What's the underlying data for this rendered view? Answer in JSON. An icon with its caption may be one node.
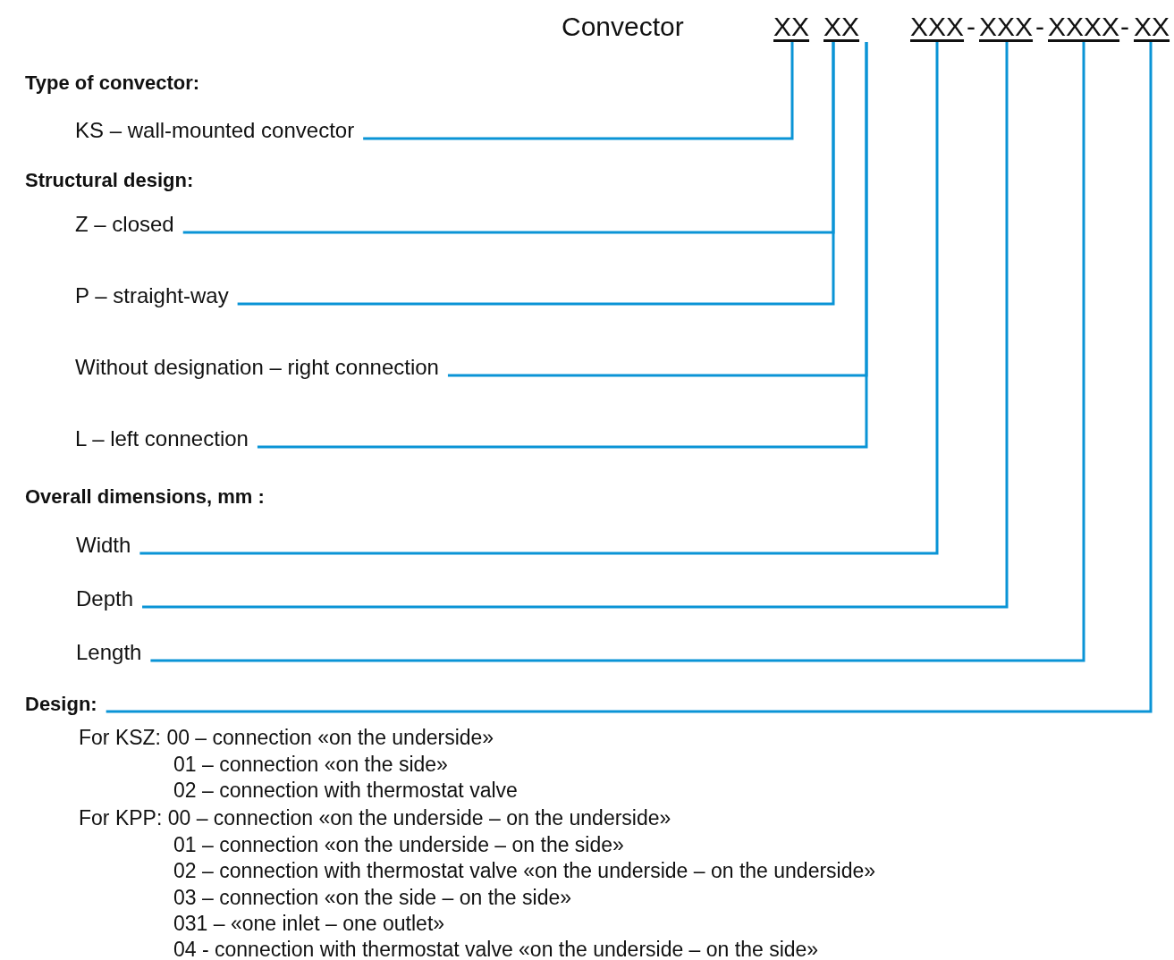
{
  "diagram": {
    "nodes": [
      {
        "text": [
          "XX"
        ]
      },
      {
        "text": [
          "XX"
        ]
      },
      {
        "text": [
          "XXX"
        ]
      },
      {
        "text": [
          "XXX"
        ]
      },
      {
        "text": [
          "XXXX"
        ]
      },
      {
        "text": [
          "XX"
        ]
      },
      {
        "text": [
          "KS – wall-mounted convector"
        ]
      },
      {
        "text": [
          "Z – closed"
        ]
      },
      {
        "text": [
          "P – straight-way"
        ]
      },
      {
        "text": [
          "Without designation – right connection"
        ]
      },
      {
        "text": [
          "L – left connection"
        ]
      },
      {
        "text": [
          "Width"
        ]
      },
      {
        "text": [
          "Depth"
        ]
      },
      {
        "text": [
          "Length"
        ]
      },
      {
        "text": [
          "Design:"
        ]
      }
    ],
    "edges": [
      {
        "from": 6,
        "to": 0,
        "arrow": "none"
      },
      {
        "from": 7,
        "to": 1,
        "arrow": "none"
      },
      {
        "from": 8,
        "to": 1,
        "arrow": "none"
      },
      {
        "from": 9,
        "to": 1,
        "arrow": "none"
      },
      {
        "from": 10,
        "to": 1,
        "arrow": "none"
      },
      {
        "from": 11,
        "to": 2,
        "arrow": "none"
      },
      {
        "from": 12,
        "to": 3,
        "arrow": "none"
      },
      {
        "from": 13,
        "to": 4,
        "arrow": "none"
      },
      {
        "from": 14,
        "to": 5,
        "arrow": "none"
      }
    ],
    "labels": [
      "Convector",
      "-",
      "-",
      "-",
      "Type of convector:",
      "Structural design:",
      "Overall dimensions, mm :",
      "For KSZ: 00 – connection «on the underside»",
      "01 – connection «on the side»",
      "02 – connection with thermostat valve",
      "For KPP: 00 – connection «on the underside – on the underside»",
      "01 – connection «on the underside – on the side»",
      "02 – connection with thermostat valve «on the underside – on the underside»",
      "03 – connection «on the side – on the side»",
      "031 – «one inlet – one outlet»",
      "04 - connection with thermostat valve «on the underside – on the side»"
    ]
  }
}
